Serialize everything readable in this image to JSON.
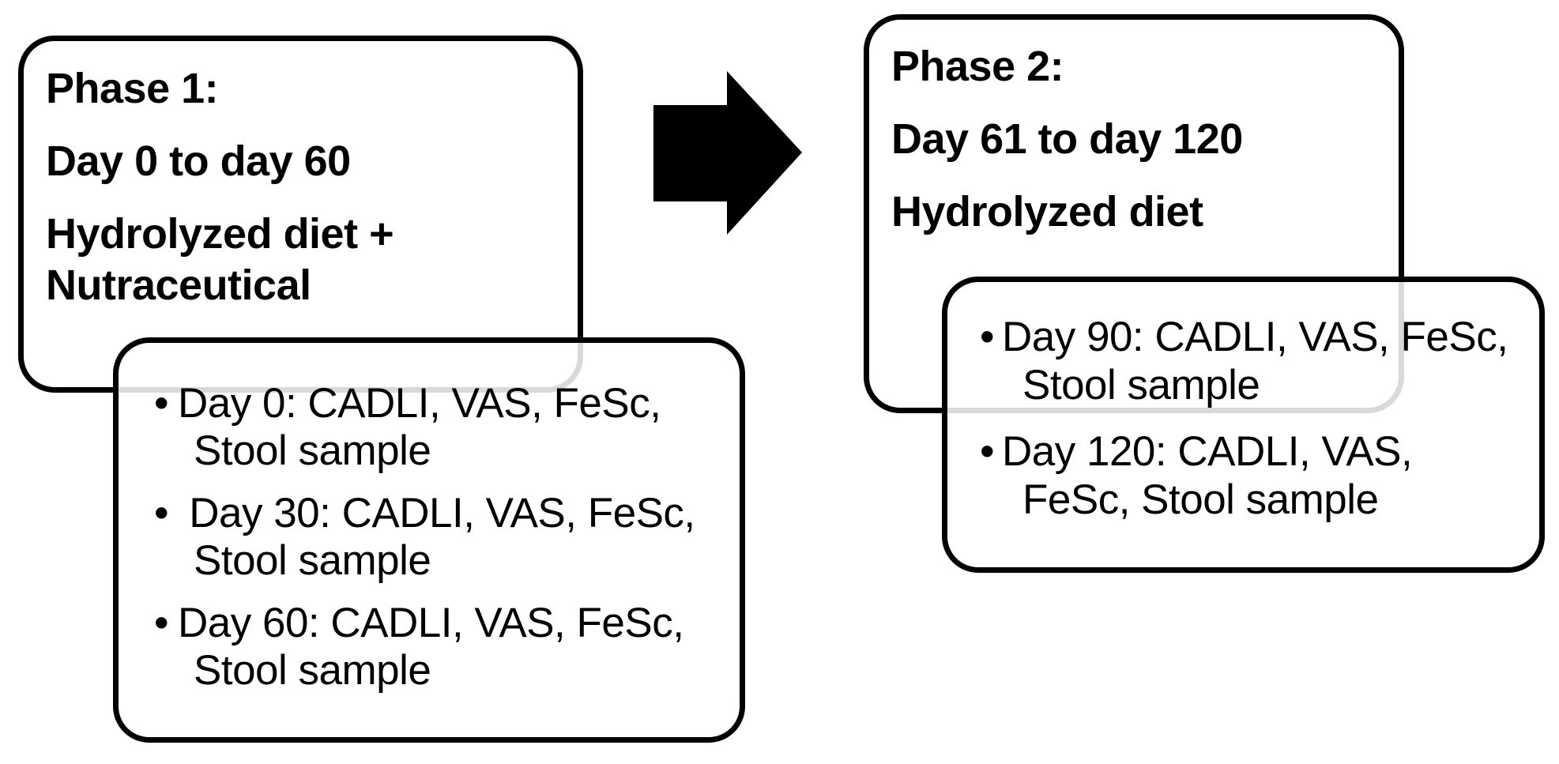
{
  "colors": {
    "ink": "#000000",
    "background": "#ffffff",
    "occluded_border_gray": "#d9d9d9"
  },
  "arrow": {
    "direction": "right",
    "meaning": "transition from Phase 1 to Phase 2",
    "color": "#000000"
  },
  "phase1": {
    "title": "Phase 1:",
    "period": "Day 0 to day 60",
    "treatment": [
      "Hydrolyzed diet +",
      "Nutraceutical"
    ],
    "checkpoints": [
      {
        "bullet": "•",
        "lines": [
          "Day 0: CADLI, VAS, FeSc,",
          "Stool sample"
        ]
      },
      {
        "bullet": "•",
        "lines": [
          " Day 30: CADLI, VAS, FeSc,",
          "Stool sample"
        ]
      },
      {
        "bullet": "•",
        "lines": [
          "Day 60: CADLI, VAS, FeSc,",
          "Stool sample"
        ]
      }
    ]
  },
  "phase2": {
    "title": "Phase 2:",
    "period": "Day 61 to day 120",
    "treatment": [
      "Hydrolyzed diet"
    ],
    "checkpoints": [
      {
        "bullet": "•",
        "lines": [
          "Day 90: CADLI, VAS, FeSc,",
          "Stool sample"
        ]
      },
      {
        "bullet": "•",
        "lines": [
          "Day 120: CADLI, VAS,",
          "FeSc, Stool sample"
        ]
      }
    ]
  }
}
